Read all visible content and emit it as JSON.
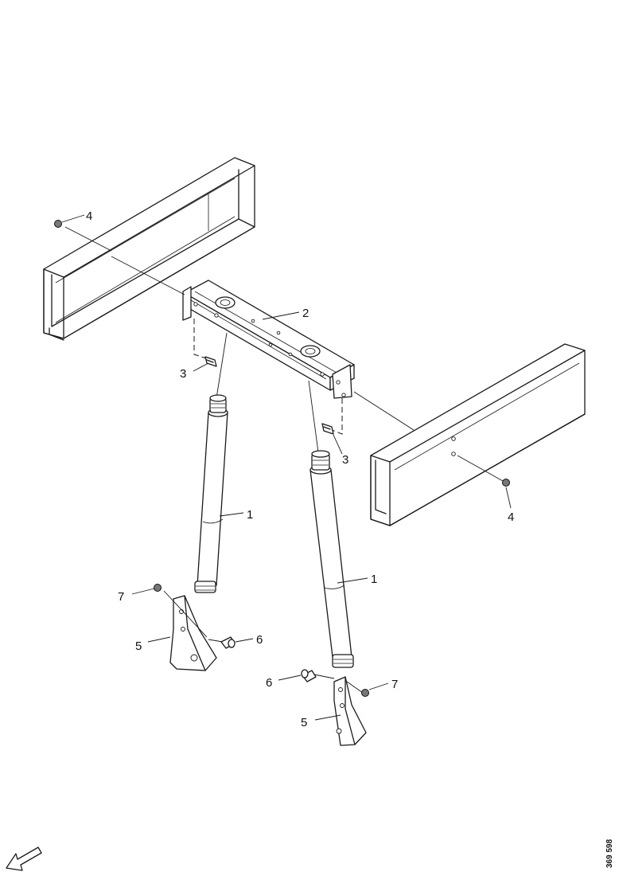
{
  "callouts": {
    "c1a": "1",
    "c1b": "1",
    "c2": "2",
    "c3a": "3",
    "c3b": "3",
    "c4a": "4",
    "c4b": "4",
    "c5a": "5",
    "c5b": "5",
    "c6a": "6",
    "c6b": "6",
    "c7a": "7",
    "c7b": "7"
  },
  "reference_code": "369 598",
  "icons": {
    "direction": "arrow-left-down-icon"
  }
}
